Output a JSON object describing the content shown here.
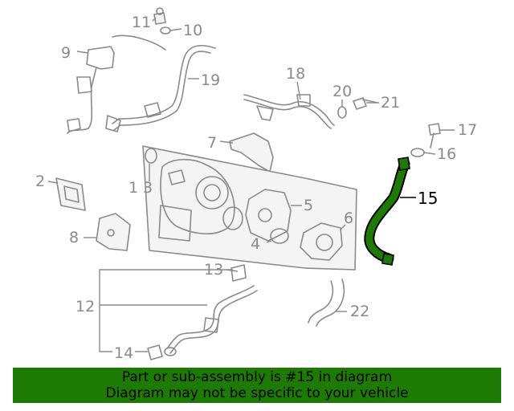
{
  "labels": {
    "l1": "1",
    "l2": "2",
    "l3": "3",
    "l4": "4",
    "l5": "5",
    "l6": "6",
    "l7": "7",
    "l8": "8",
    "l9": "9",
    "l10": "10",
    "l11": "11",
    "l12": "12",
    "l13": "13",
    "l14": "14",
    "l15": "15",
    "l16": "16",
    "l17": "17",
    "l18": "18",
    "l19": "19",
    "l20": "20",
    "l21": "21",
    "l22": "22"
  },
  "highlight": {
    "part_number": "15",
    "color": "#1d7a05"
  },
  "banner": {
    "line1": "Part or sub-assembly is #15 in diagram",
    "line2": "Diagram may not be specific to your vehicle",
    "background": "#1d7a05"
  }
}
